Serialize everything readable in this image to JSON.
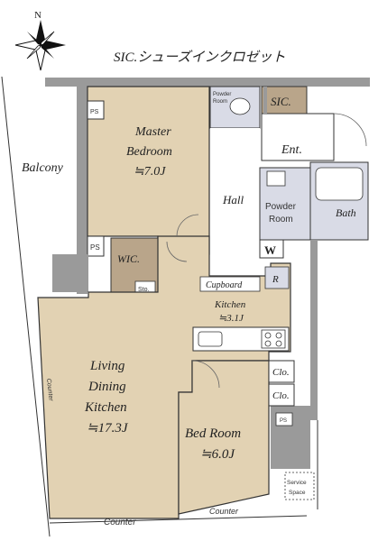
{
  "header": {
    "compass_letter": "N",
    "sic_caption": "SIC.シューズインクロゼット"
  },
  "rooms": {
    "balcony": "Balcony",
    "master_line1": "Master",
    "master_line2": "Bedroom",
    "master_size": "≒7.0J",
    "hall": "Hall",
    "ent": "Ent.",
    "sic": "SIC.",
    "powder_line1": "Powder",
    "powder_line2": "Room",
    "bath": "Bath",
    "w": "W",
    "wic": "WIC.",
    "sto": "Sto.",
    "ps_top": "PS",
    "ps_mid": "PS",
    "ps_right": "PS",
    "cupboard": "Cupboard",
    "r": "R",
    "kitchen": "Kitchen",
    "kitchen_size": "≒3.1J",
    "ldk_line1": "Living",
    "ldk_line2": "Dining",
    "ldk_line3": "Kitchen",
    "ldk_size": "≒17.3J",
    "bedroom_line1": "Bed Room",
    "bedroom_size": "≒6.0J",
    "clo1": "Clo.",
    "clo2": "Clo.",
    "service_line1": "Service",
    "service_line2": "Space",
    "counter_left": "Counter",
    "counter_bottom1": "Counter",
    "counter_bottom2": "Counter",
    "powder_room_tiny1": "Powder",
    "powder_room_tiny2": "Room"
  },
  "colors": {
    "wall": "#9a9a9a",
    "floor_wood": "#e2d2b3",
    "storage_wood": "#b9a58a",
    "wet_area": "#d9dbe6",
    "outline": "#333333"
  }
}
